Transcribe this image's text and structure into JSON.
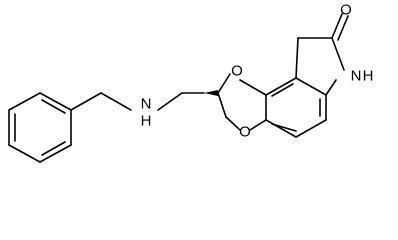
{
  "molecule": {
    "atoms": {
      "carbonyl_o": "O",
      "lactam_n": "N",
      "lactam_h": "H",
      "ring_o_top": "O",
      "ring_o_bottom": "O",
      "amine_n": "N",
      "amine_h": "H"
    },
    "stereo": {
      "chiral_center": "wedge (solid)"
    }
  }
}
